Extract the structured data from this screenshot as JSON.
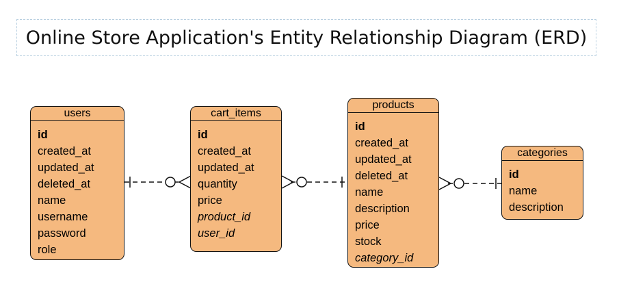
{
  "title": "Online Store Application's Entity Relationship Diagram (ERD)",
  "colors": {
    "entity_fill": "#f5b97f",
    "entity_border": "#111111",
    "title_border": "#b8cfe0",
    "connector": "#111111"
  },
  "entities": {
    "users": {
      "name": "users",
      "attributes": [
        {
          "label": "id",
          "key": "primary"
        },
        {
          "label": "created_at"
        },
        {
          "label": "updated_at"
        },
        {
          "label": "deleted_at"
        },
        {
          "label": "name"
        },
        {
          "label": "username"
        },
        {
          "label": "password"
        },
        {
          "label": "role"
        }
      ]
    },
    "cart_items": {
      "name": "cart_items",
      "attributes": [
        {
          "label": "id",
          "key": "primary"
        },
        {
          "label": "created_at"
        },
        {
          "label": "updated_at"
        },
        {
          "label": "quantity"
        },
        {
          "label": "price"
        },
        {
          "label": "product_id",
          "key": "foreign"
        },
        {
          "label": "user_id",
          "key": "foreign"
        }
      ]
    },
    "products": {
      "name": "products",
      "attributes": [
        {
          "label": "id",
          "key": "primary"
        },
        {
          "label": "created_at"
        },
        {
          "label": "updated_at"
        },
        {
          "label": "deleted_at"
        },
        {
          "label": "name"
        },
        {
          "label": "description"
        },
        {
          "label": "price"
        },
        {
          "label": "stock"
        },
        {
          "label": "category_id",
          "key": "foreign"
        }
      ]
    },
    "categories": {
      "name": "categories",
      "attributes": [
        {
          "label": "id",
          "key": "primary"
        },
        {
          "label": "name"
        },
        {
          "label": "description"
        }
      ]
    }
  },
  "relationships": [
    {
      "from": "users",
      "from_cardinality": "one",
      "to": "cart_items",
      "to_cardinality": "zero-or-many"
    },
    {
      "from": "products",
      "from_cardinality": "one",
      "to": "cart_items",
      "to_cardinality": "zero-or-many"
    },
    {
      "from": "categories",
      "from_cardinality": "one",
      "to": "products",
      "to_cardinality": "zero-or-many"
    }
  ]
}
